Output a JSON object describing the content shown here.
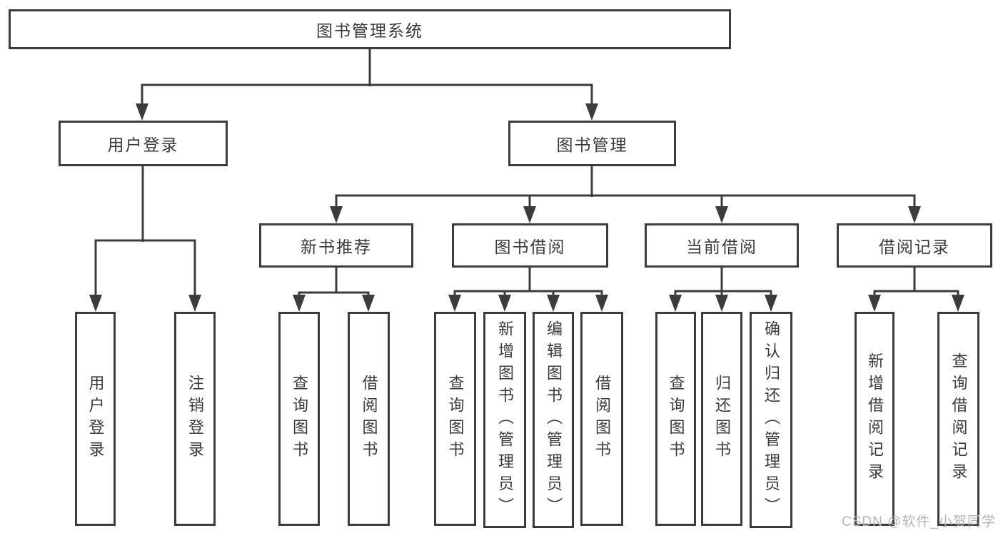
{
  "diagram": {
    "root": {
      "label": "图书管理系统"
    },
    "level2": [
      {
        "id": "user-login",
        "label": "用户登录"
      },
      {
        "id": "book-mgmt",
        "label": "图书管理"
      }
    ],
    "level3": [
      {
        "id": "new-books",
        "label": "新书推荐"
      },
      {
        "id": "book-borrow",
        "label": "图书借阅"
      },
      {
        "id": "current-borrow",
        "label": "当前借阅"
      },
      {
        "id": "borrow-records",
        "label": "借阅记录"
      }
    ],
    "leaves": {
      "user_login": [
        "用户登录",
        "注销登录"
      ],
      "new_books": [
        "查询图书",
        "借阅图书"
      ],
      "book_borrow": [
        "查询图书",
        "新增图书（管理员）",
        "编辑图书（管理员）",
        "借阅图书"
      ],
      "current_borrow": [
        "查询图书",
        "归还图书",
        "确认归还（管理员）"
      ],
      "borrow_records": [
        "新增借阅记录",
        "查询借阅记录"
      ]
    }
  },
  "watermark": "CSDN @软件_小贺同学",
  "colors": {
    "line": "#3c3c3c",
    "box_border": "#3c3c3c",
    "text": "#3a3a3a",
    "watermark": "#b5b5b5",
    "background": "#ffffff"
  }
}
